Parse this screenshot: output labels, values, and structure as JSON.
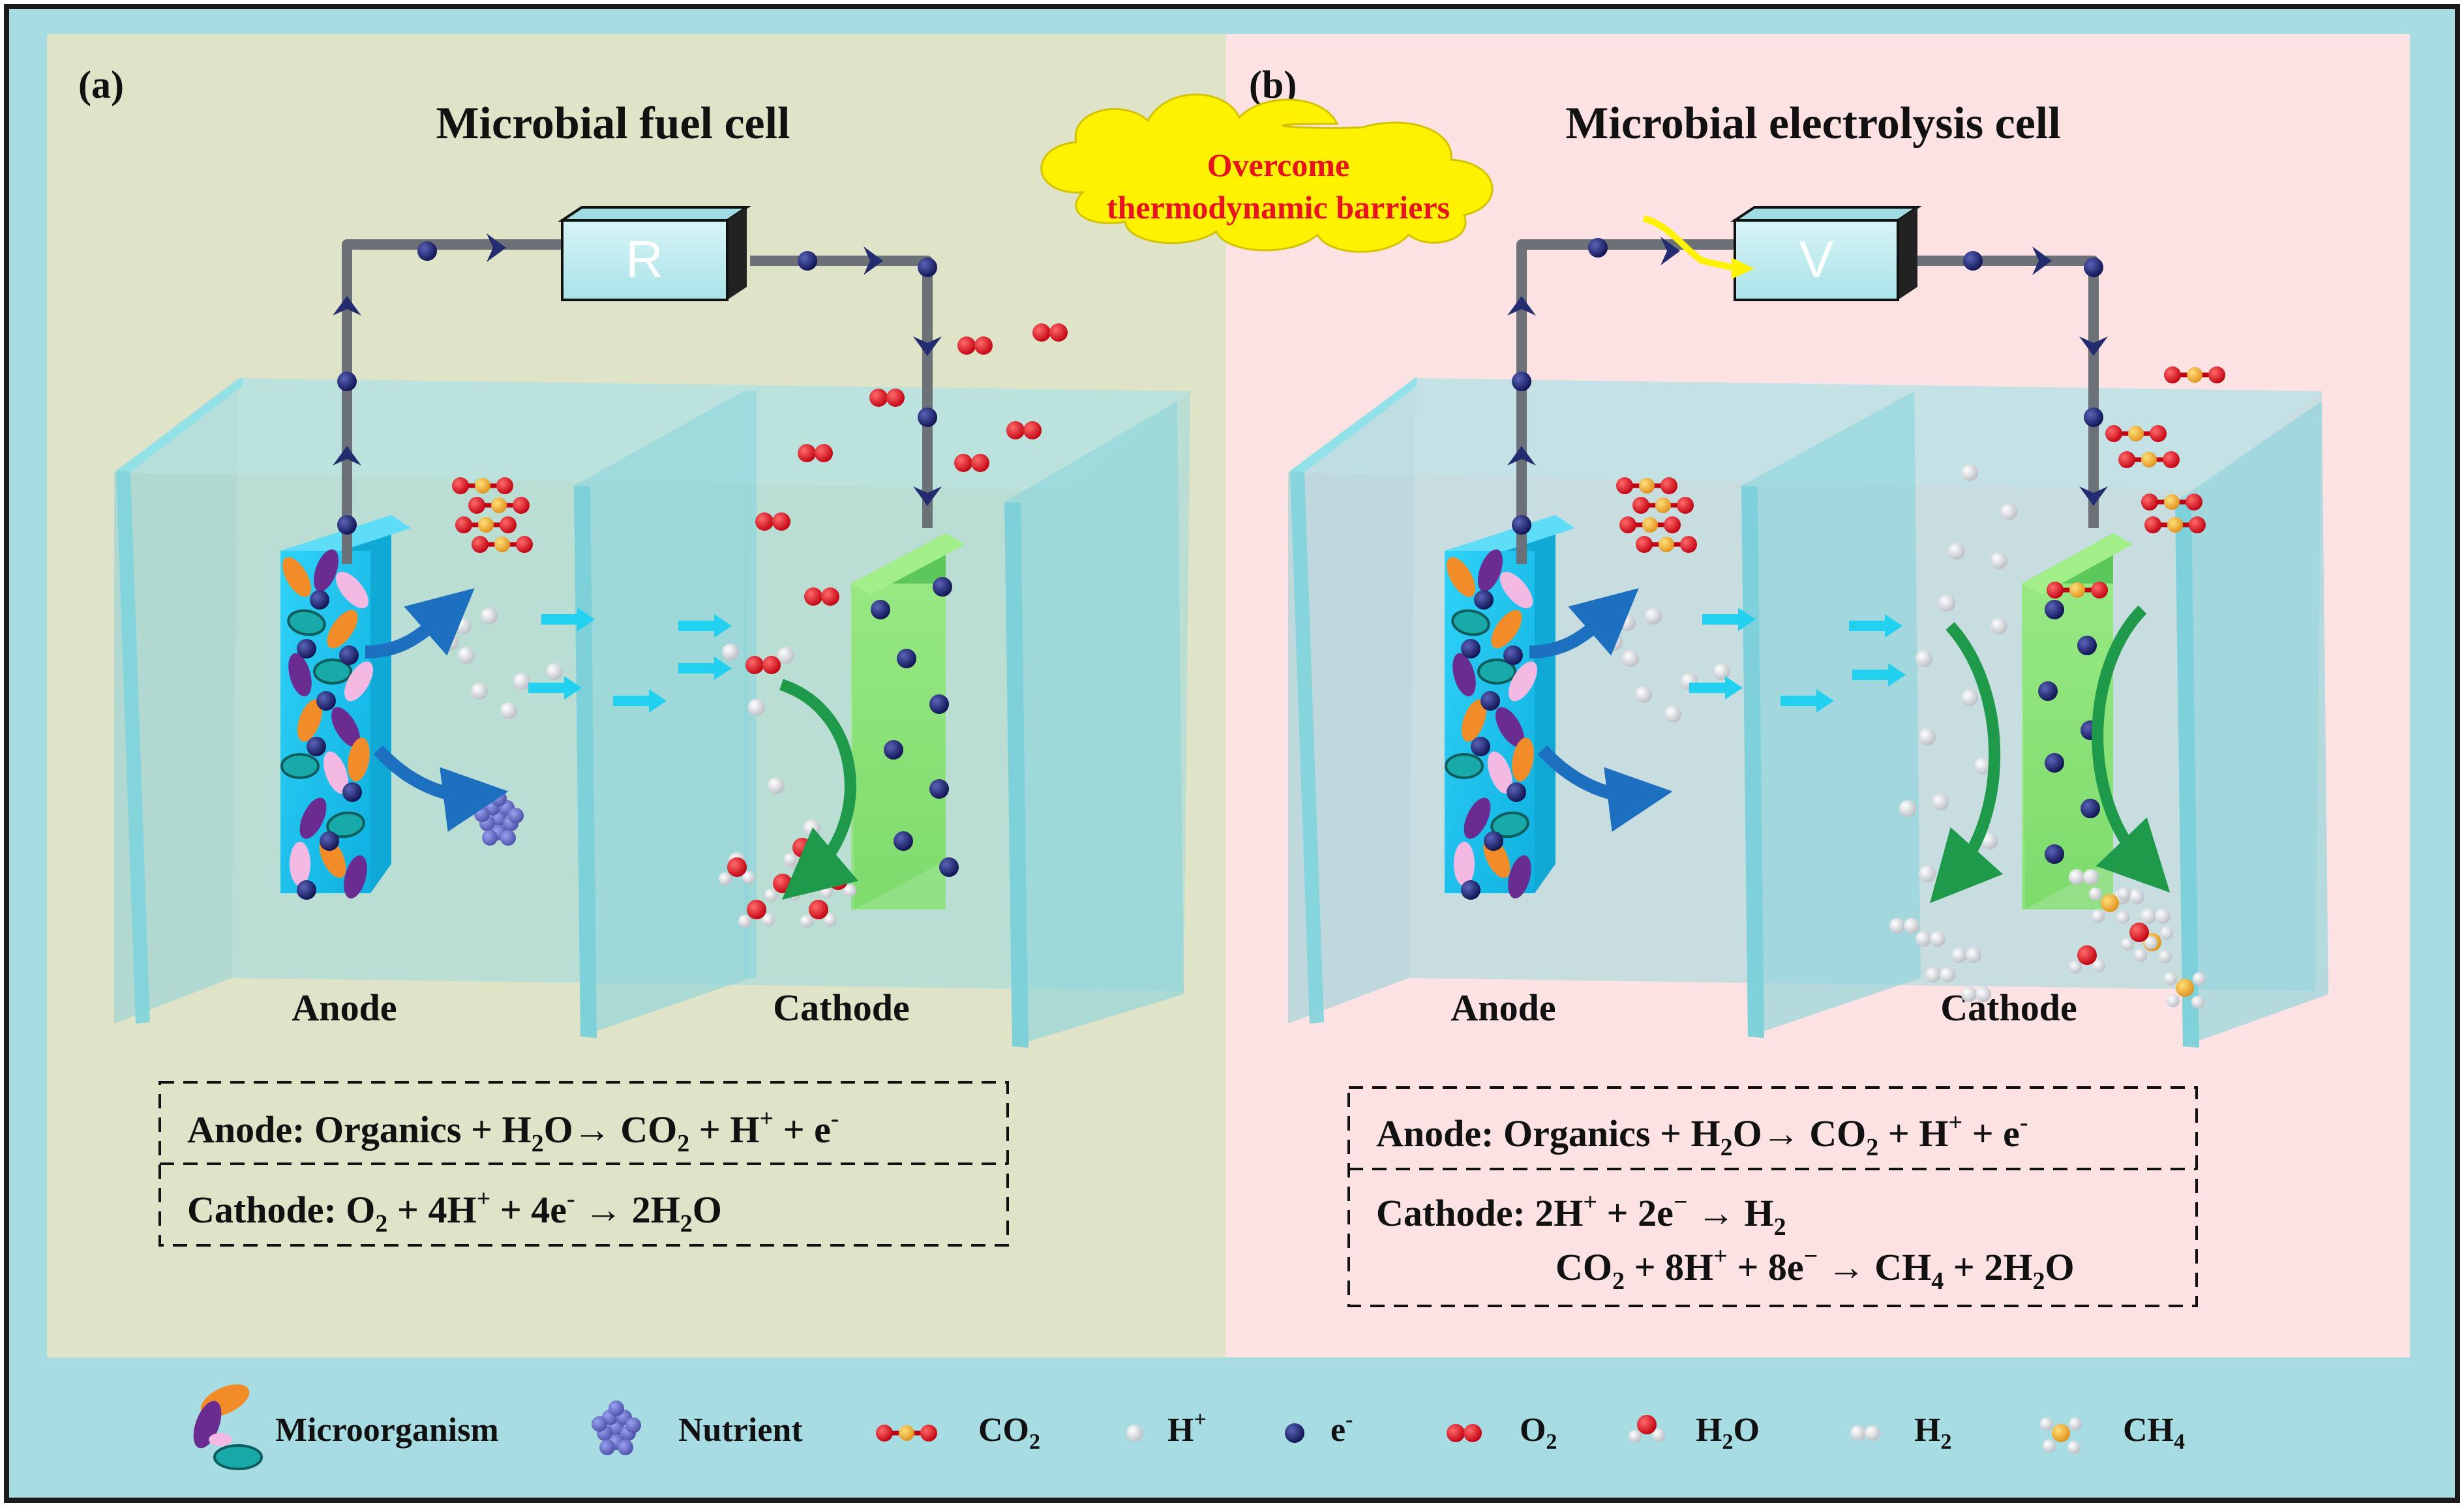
{
  "panel_a": {
    "letter": "(a)",
    "title": "Microbial fuel cell",
    "device": "R",
    "anode_label": "Anode",
    "cathode_label": "Cathode",
    "eq1": {
      "prefix": "Anode: Organics + H",
      "s1": "2",
      "mid": "O→ CO",
      "s2": "2",
      "tail1": " + H",
      "sup1": "+",
      "tail2": " + e",
      "sup2": "-"
    },
    "eq2": {
      "prefix": "Cathode: O",
      "s1": "2",
      "mid1": " + 4H",
      "sup1": "+",
      "mid2": " + 4e",
      "sup2": "-",
      "mid3": " → 2H",
      "s2": "2",
      "tail": "O"
    }
  },
  "panel_b": {
    "letter": "(b)",
    "title": "Microbial electrolysis cell",
    "device": "V",
    "cloud_line1": "Overcome",
    "cloud_line2": "thermodynamic barriers",
    "anode_label": "Anode",
    "cathode_label": "Cathode",
    "eq1": {
      "prefix": "Anode: Organics + H",
      "s1": "2",
      "mid": "O→ CO",
      "s2": "2",
      "tail1": " + H",
      "sup1": "+",
      "tail2": " + e",
      "sup2": "-"
    },
    "eq2": {
      "prefix": "Cathode: 2H",
      "sup1": "+",
      "mid1": " + 2e",
      "sup2": "−",
      "mid2": " → H",
      "s1": "2"
    },
    "eq3": {
      "prefix": "CO",
      "s1": "2",
      "mid1": " + 8H",
      "sup1": "+",
      "mid2": " + 8e",
      "sup2": "−",
      "mid3": " → CH",
      "s2": "4",
      "mid4": " + 2H",
      "s3": "2",
      "tail": "O"
    }
  },
  "legend": {
    "microorganism": "Microorganism",
    "nutrient": "Nutrient",
    "co2": {
      "base": "CO",
      "sub": "2"
    },
    "hplus": {
      "base": "H",
      "sup": "+"
    },
    "electron": {
      "base": "e",
      "sup": "-"
    },
    "o2": {
      "base": "O",
      "sub": "2"
    },
    "h2o": {
      "base": "H",
      "sub": "2",
      "tail": "O"
    },
    "h2": {
      "base": "H",
      "sub": "2"
    },
    "ch4": {
      "base": "CH",
      "sub": "4"
    }
  },
  "colors": {
    "outer_bg": "#A6DCE2",
    "panel_a_bg": "#DFE3C8",
    "panel_b_bg": "#FCE2E2",
    "glass": "#7FD4DC",
    "anode": "#1EC3EE",
    "cathode": "#8FE872",
    "electron": "#14195E",
    "arrow": "#232C6E",
    "wire": "#6C7177",
    "cloud": "#FFF200",
    "cloud_text": "#E8141C"
  }
}
